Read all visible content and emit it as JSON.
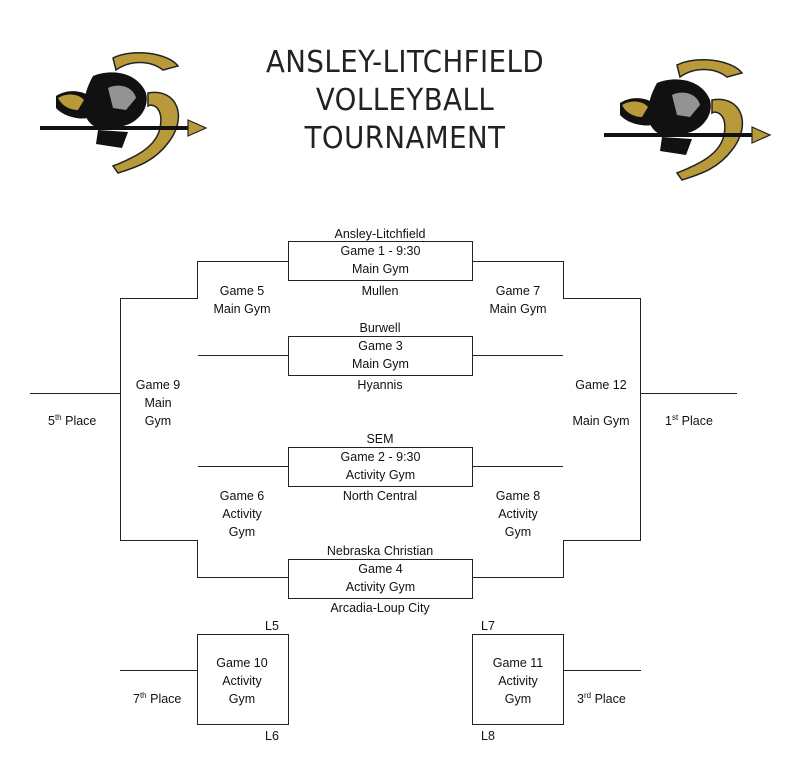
{
  "title": {
    "line1": "ANSLEY-LITCHFIELD",
    "line2": "VOLLEYBALL",
    "line3": "TOURNAMENT"
  },
  "logo": {
    "icon": "spartan-logo",
    "colors": {
      "gold": "#b99a3b",
      "black": "#111111"
    }
  },
  "games": {
    "g1": {
      "name": "Game 1 - 9:30",
      "place": "Main Gym",
      "top_team": "Ansley-Litchfield",
      "bottom_team": "Mullen"
    },
    "g3": {
      "name": "Game 3",
      "place": "Main Gym",
      "top_team": "Burwell",
      "bottom_team": "Hyannis"
    },
    "g2": {
      "name": "Game 2 - 9:30",
      "place": "Activity Gym",
      "top_team": "SEM",
      "bottom_team": "North Central"
    },
    "g4": {
      "name": "Game 4",
      "place": "Activity Gym",
      "top_team": "Nebraska Christian",
      "bottom_team": "Arcadia-Loup City"
    },
    "g5": {
      "name": "Game 5",
      "place": "Main Gym"
    },
    "g7": {
      "name": "Game 7",
      "place": "Main Gym"
    },
    "g6": {
      "name": "Game 6",
      "place1": "Activity",
      "place2": "Gym"
    },
    "g8": {
      "name": "Game 8",
      "place1": "Activity",
      "place2": "Gym"
    },
    "g9": {
      "name": "Game 9",
      "place1": "Main",
      "place2": "Gym"
    },
    "g12": {
      "name": "Game 12",
      "place": "Main Gym"
    },
    "g10": {
      "name": "Game 10",
      "place1": "Activity",
      "place2": "Gym",
      "top_label": "L5",
      "bottom_label": "L6"
    },
    "g11": {
      "name": "Game 11",
      "place1": "Activity",
      "place2": "Gym",
      "top_label": "L7",
      "bottom_label": "L8"
    }
  },
  "places": {
    "fifth": {
      "num": "5",
      "sup": "th",
      "text": "Place"
    },
    "first": {
      "num": "1",
      "sup": "st",
      "text": "Place"
    },
    "seventh": {
      "num": "7",
      "sup": "th",
      "text": "Place"
    },
    "third": {
      "num": "3",
      "sup": "rd",
      "text": "Place"
    }
  }
}
